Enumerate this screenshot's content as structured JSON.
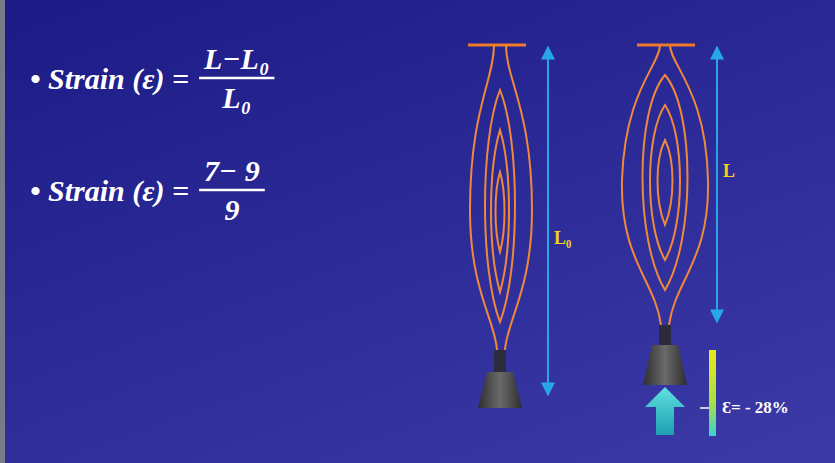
{
  "diagram": {
    "labels": [
      "• Strain (ε) =",
      "L−L₀",
      "L₀",
      "• Strain (ε) =",
      "7− 9",
      "9",
      "L₀",
      "L",
      "Ɛ= - 28%"
    ]
  }
}
